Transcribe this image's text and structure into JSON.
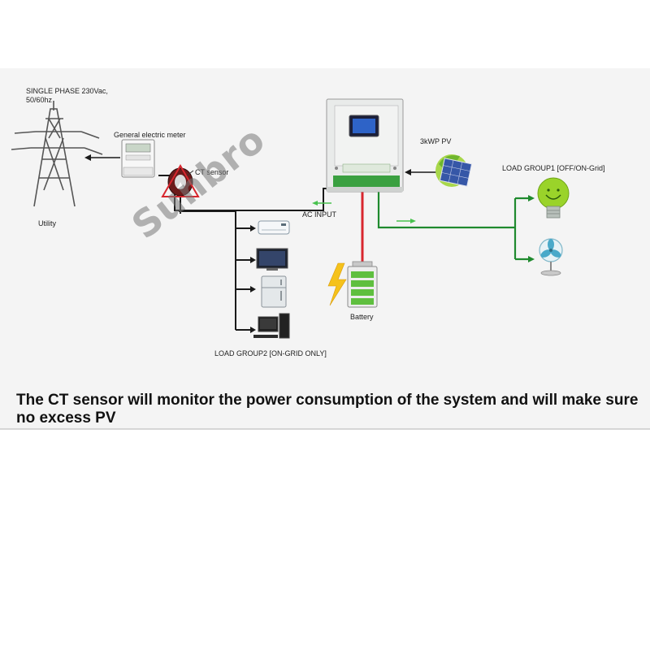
{
  "labels": {
    "utility_supply": "SINGLE PHASE 230Vac,\n50/60hz",
    "utility": "Utility",
    "meter": "General electric meter",
    "ct_sensor": "CT sensor",
    "pv": "3kWP PV",
    "load_group1": "LOAD GROUP1 [OFF/ON-Grid]",
    "ac_input": "AC INPUT",
    "battery": "Battery",
    "load_group2": "LOAD GROUP2 [ON-GRID ONLY]"
  },
  "watermark": "Sunbro",
  "caption": "The CT sensor will monitor the power consumption of the system and will make sure no excess PV",
  "colors": {
    "grid_line": "#1a1a1a",
    "dc_line": "#d8262e",
    "output_line": "#1f8a2e",
    "arrow_green": "#48c24e",
    "inverter_accent": "#3aa040",
    "bulb": "#9ad32a"
  }
}
